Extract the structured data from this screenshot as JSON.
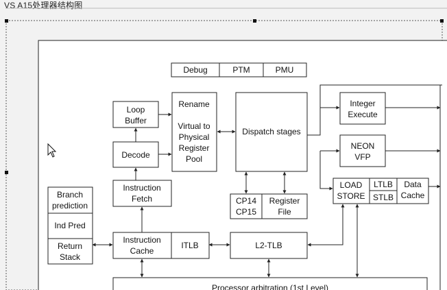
{
  "header": {
    "title": "VS A15处理器结构图"
  },
  "blocks": {
    "debug": "Debug",
    "ptm": "PTM",
    "pmu": "PMU",
    "loop_buffer": [
      "Loop",
      "Buffer"
    ],
    "rename": "Rename",
    "virtual_to_physical": [
      "Virtual to",
      "Physical",
      "Register",
      "Pool"
    ],
    "dispatch_stages": "Dispatch stages",
    "integer_execute": [
      "Integer",
      "Execute"
    ],
    "neon_vfp": [
      "NEON",
      "VFP"
    ],
    "decode": "Decode",
    "load_store": [
      "LOAD",
      "STORE"
    ],
    "ltlb": "LTLB",
    "stlb": "STLB",
    "data_cache": [
      "Data",
      "Cache"
    ],
    "branch_prediction": [
      "Branch",
      "prediction"
    ],
    "instruction_fetch": [
      "Instruction",
      "Fetch"
    ],
    "cp14_cp15": [
      "CP14",
      "CP15"
    ],
    "register_file": [
      "Register",
      "File"
    ],
    "ind_pred": "Ind Pred",
    "return_stack": [
      "Return",
      "Stack"
    ],
    "instruction_cache": [
      "Instruction",
      "Cache"
    ],
    "itlb": "ITLB",
    "l2_tlb": "L2-TLB",
    "processor_arbitration": "Processor arbitration (1st Level)"
  }
}
